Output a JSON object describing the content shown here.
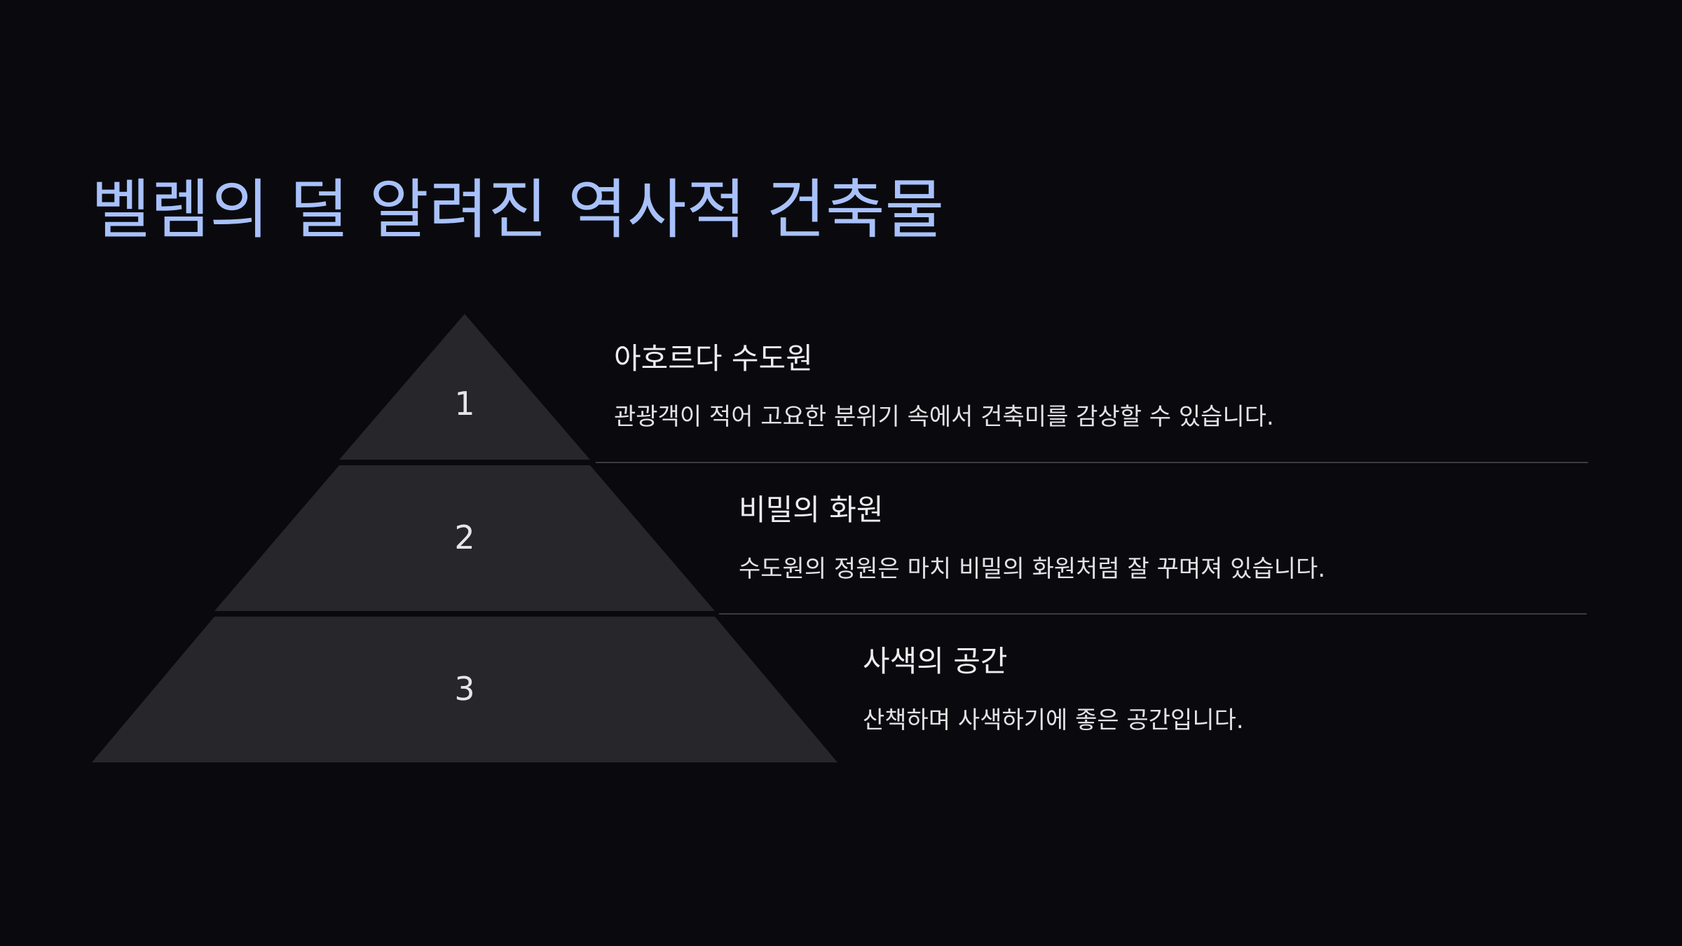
{
  "slide": {
    "title": "벨렘의 덜 알려진 역사적 건축물"
  },
  "pyramid": {
    "tiers": [
      {
        "number": "1",
        "title": "아호르다 수도원",
        "description": "관광객이 적어 고요한 분위기 속에서 건축미를 감상할 수 있습니다."
      },
      {
        "number": "2",
        "title": "비밀의 화원",
        "description": "수도원의 정원은 마치 비밀의 화원처럼 잘 꾸며져 있습니다."
      },
      {
        "number": "3",
        "title": "사색의 공간",
        "description": "산책하며 사색하기에 좋은 공간입니다."
      }
    ]
  },
  "colors": {
    "background": "#0a0a0e",
    "title": "#a8c1fb",
    "tier_fill": "#26262b",
    "divider": "#3b3b42",
    "text": "#ededf0"
  }
}
